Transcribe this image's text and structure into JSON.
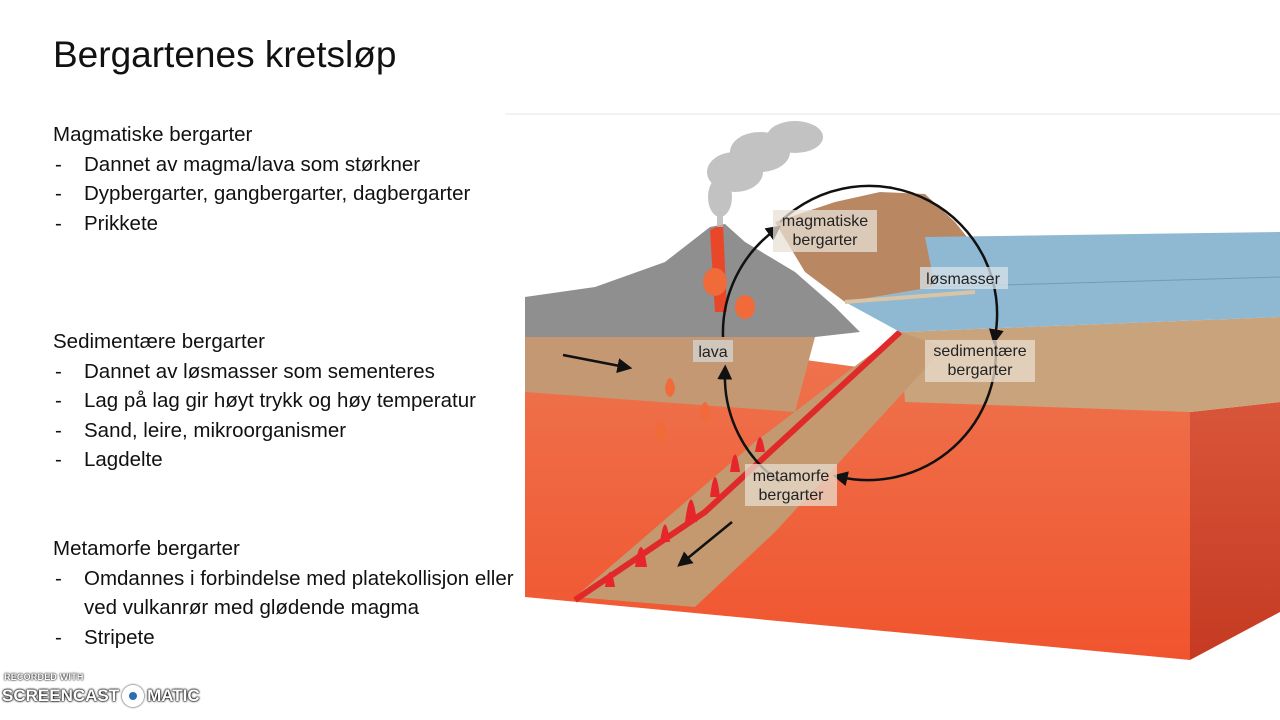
{
  "slide": {
    "title": "Bergartenes kretsløp",
    "sections": [
      {
        "heading": "Magmatiske bergarter",
        "bullets": [
          "Dannet av magma/lava som størkner",
          "Dypbergarter, gangbergarter, dagbergarter",
          "Prikkete"
        ]
      },
      {
        "heading": "Sedimentære bergarter",
        "bullets": [
          "Dannet av løsmasser som sementeres",
          "Lag på lag gir høyt trykk og høy temperatur",
          "Sand, leire, mikroorganismer",
          "Lagdelte"
        ]
      },
      {
        "heading": "Metamorfe bergarter",
        "bullets": [
          "Omdannes i forbindelse med platekollisjon eller ved vulkanrør med glødende magma",
          "Stripete"
        ]
      }
    ],
    "bullet_marker": "-"
  },
  "diagram": {
    "labels": {
      "magmatic_line1": "magmatiske",
      "magmatic_line2": "bergarter",
      "loose": "løsmasser",
      "sedimentary_line1": "sedimentære",
      "sedimentary_line2": "bergarter",
      "metamorphic_line1": "metamorfe",
      "metamorphic_line2": "bergarter",
      "lava": "lava"
    },
    "colors": {
      "mantle": "#f0643a",
      "crust": "#c9a37c",
      "rock": "#8f8f8f",
      "sea": "#8fb8d2",
      "magma": "#e8252a"
    }
  },
  "watermark": {
    "small": "RECORDED WITH",
    "left": "SCREENCAST",
    "right": "MATIC"
  }
}
